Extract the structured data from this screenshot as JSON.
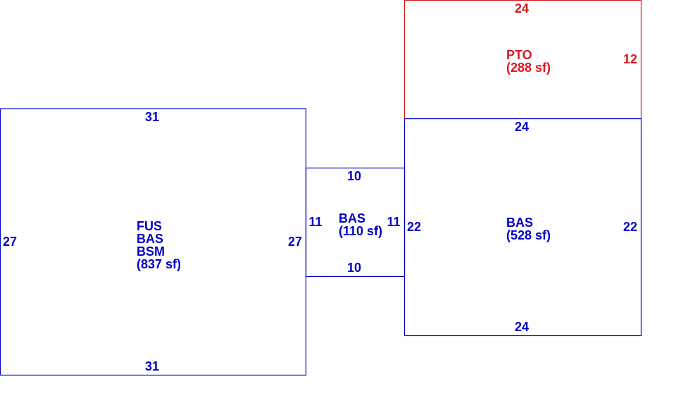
{
  "colors": {
    "living": "#0000c8",
    "patio": "#d71920"
  },
  "areas": [
    {
      "id": "main",
      "lines": [
        "FUS",
        "BAS",
        "BSM",
        "(837 sf)"
      ],
      "dims": {
        "top": "31",
        "bottom": "31",
        "left": "27",
        "right": "27"
      }
    },
    {
      "id": "connector",
      "lines": [
        "BAS",
        "(110 sf)"
      ],
      "dims": {
        "top": "10",
        "bottom": "10",
        "left": "11",
        "right": "11"
      }
    },
    {
      "id": "right",
      "lines": [
        "BAS",
        "(528 sf)"
      ],
      "dims": {
        "top": "24",
        "bottom": "24",
        "left": "22",
        "right": "22"
      }
    },
    {
      "id": "patio",
      "lines": [
        "PTO",
        "(288 sf)"
      ],
      "dims": {
        "top": "24",
        "right": "12"
      }
    }
  ]
}
